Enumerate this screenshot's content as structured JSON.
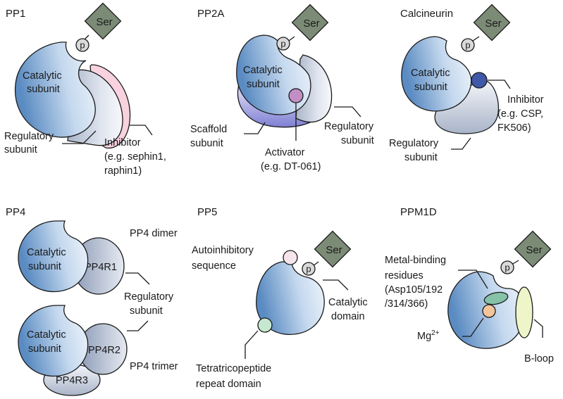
{
  "panels": {
    "pp1": {
      "title": "PP1",
      "ser": "Ser",
      "p": "p",
      "catalytic": [
        "Catalytic",
        "subunit"
      ],
      "regulatory": [
        "Regulatory",
        "subunit"
      ],
      "inhibitor": [
        "Inhibitor",
        "(e.g. sephin1,",
        "raphin1)"
      ]
    },
    "pp2a": {
      "title": "PP2A",
      "ser": "Ser",
      "p": "p",
      "catalytic": [
        "Catalytic",
        "subunit"
      ],
      "scaffold": [
        "Scaffold",
        "subunit"
      ],
      "regulatory": [
        "Regulatory",
        "subunit"
      ],
      "activator": [
        "Activator",
        "(e.g. DT-061)"
      ]
    },
    "calcineurin": {
      "title": "Calcineurin",
      "ser": "Ser",
      "p": "p",
      "catalytic": [
        "Catalytic",
        "subunit"
      ],
      "inhibitor": [
        "Inhibitor",
        "(e.g. CSP,",
        "FK506)"
      ],
      "regulatory": [
        "Regulatory",
        "subunit"
      ]
    },
    "pp4": {
      "title": "PP4",
      "dimer_label": "PP4 dimer",
      "trimer_label": "PP4 trimer",
      "catalytic_top": [
        "Catalytic",
        "subunit"
      ],
      "catalytic_bottom": [
        "Catalytic",
        "subunit"
      ],
      "r1": "PP4R1",
      "r2": "PP4R2",
      "r3": "PP4R3",
      "regulatory": [
        "Regulatory",
        "subunit"
      ]
    },
    "pp5": {
      "title": "PP5",
      "ser": "Ser",
      "p": "p",
      "autoinhibitory": [
        "Autoinhibitory",
        "sequence"
      ],
      "catalytic_domain": [
        "Catalytic",
        "domain"
      ],
      "tpr": [
        "Tetratricopeptide",
        "repeat domain"
      ]
    },
    "ppm1d": {
      "title": "PPM1D",
      "ser": "Ser",
      "p": "p",
      "metal": [
        "Metal-binding",
        "residues",
        "(Asp105/192",
        "/314/366)"
      ],
      "mg": "Mg",
      "mg_sup": "2+",
      "bloop": "B-loop"
    }
  },
  "colors": {
    "catalytic_light": "#eaf2fa",
    "catalytic_dark": "#5d8ec4",
    "ser_fill": "#7b8b76",
    "p_fill": "#d9d9d9",
    "inhibitor_pp1": "#f8d2de",
    "activator_pp2a": "#c18fc6",
    "inhibitor_calcineurin": "#3f58a8",
    "autoinhibitory_pp5": "#f5e4ec",
    "tpr_pp5": "#c7e8d0",
    "metal_ppm1d": "#86c2a8",
    "mg_ppm1d": "#f4c49a",
    "bloop_ppm1d": "#eef5c8"
  }
}
